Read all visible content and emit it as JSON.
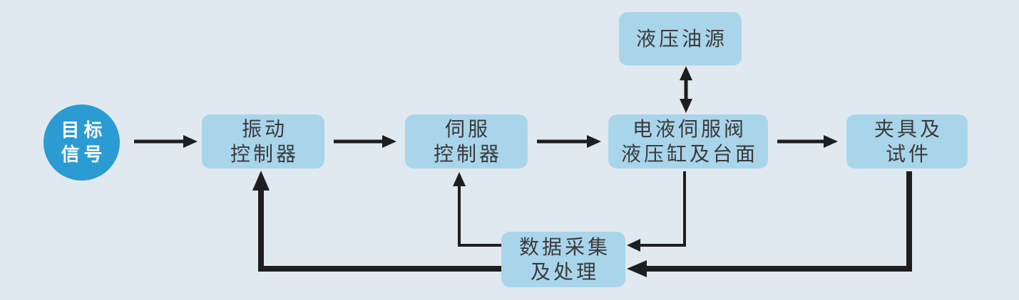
{
  "diagram": {
    "type": "flowchart",
    "nodes": {
      "target_signal": {
        "line1": "目标",
        "line2": "信号",
        "shape": "circle"
      },
      "vibration_controller": {
        "line1": "振动",
        "line2": "控制器",
        "shape": "box"
      },
      "servo_controller": {
        "line1": "伺服",
        "line2": "控制器",
        "shape": "box"
      },
      "hydraulic_oil_source": {
        "line1": "液压油源",
        "shape": "box"
      },
      "servo_valve_cylinder_table": {
        "line1": "电液伺服阀",
        "line2": "液压缸及台面",
        "shape": "box"
      },
      "fixture_specimen": {
        "line1": "夹具及",
        "line2": "试件",
        "shape": "box"
      },
      "data_acquisition": {
        "line1": "数据采集",
        "line2": "及处理",
        "shape": "box"
      }
    },
    "edges": [
      {
        "from": "目标信号",
        "to": "振动控制器",
        "style": "arrow"
      },
      {
        "from": "振动控制器",
        "to": "伺服控制器",
        "style": "arrow"
      },
      {
        "from": "伺服控制器",
        "to": "电液伺服阀液压缸及台面",
        "style": "arrow"
      },
      {
        "from": "电液伺服阀液压缸及台面",
        "to": "夹具及试件",
        "style": "arrow"
      },
      {
        "from": "液压油源",
        "to": "电液伺服阀液压缸及台面",
        "style": "double-arrow"
      },
      {
        "from": "电液伺服阀液压缸及台面",
        "to": "数据采集及处理",
        "style": "arrow-thin"
      },
      {
        "from": "数据采集及处理",
        "to": "伺服控制器",
        "style": "arrow-thin"
      },
      {
        "from": "夹具及试件",
        "to": "数据采集及处理",
        "style": "arrow-thick"
      },
      {
        "from": "数据采集及处理",
        "to": "振动控制器",
        "style": "arrow-thick"
      }
    ]
  },
  "colors": {
    "background": "#DFE9EF",
    "node_fill": "#A9D5EB",
    "circle_fill": "#2B9BD3",
    "circle_text": "#FFFFFF",
    "node_text": "#3A3A3A",
    "arrow": "#1E1E1E"
  }
}
